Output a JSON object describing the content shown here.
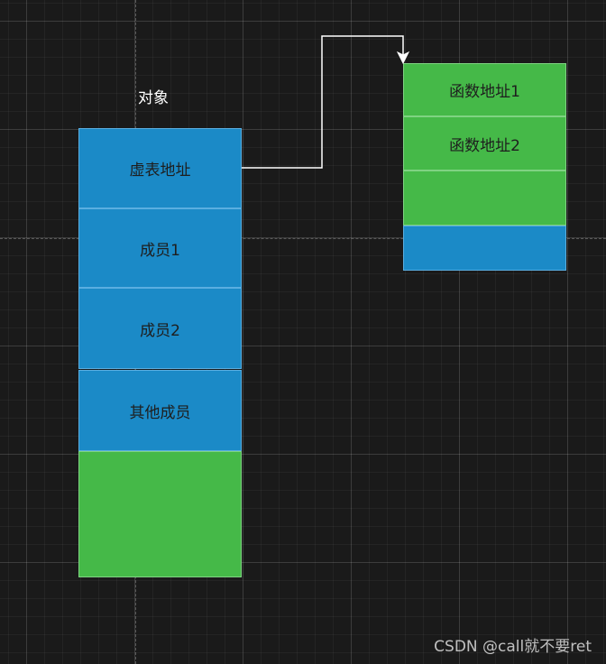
{
  "object": {
    "title": "对象",
    "rows": [
      "虚表地址",
      "成员1",
      "成员2",
      "其他成员",
      ""
    ]
  },
  "vtable": {
    "rows": [
      "函数地址1",
      "函数地址2",
      "",
      ""
    ]
  },
  "colors": {
    "background": "#1a1a1a",
    "blue": "#1b8ac7",
    "green": "#45b948",
    "arrow": "#ffffff"
  },
  "watermark": "CSDN @call就不要ret"
}
